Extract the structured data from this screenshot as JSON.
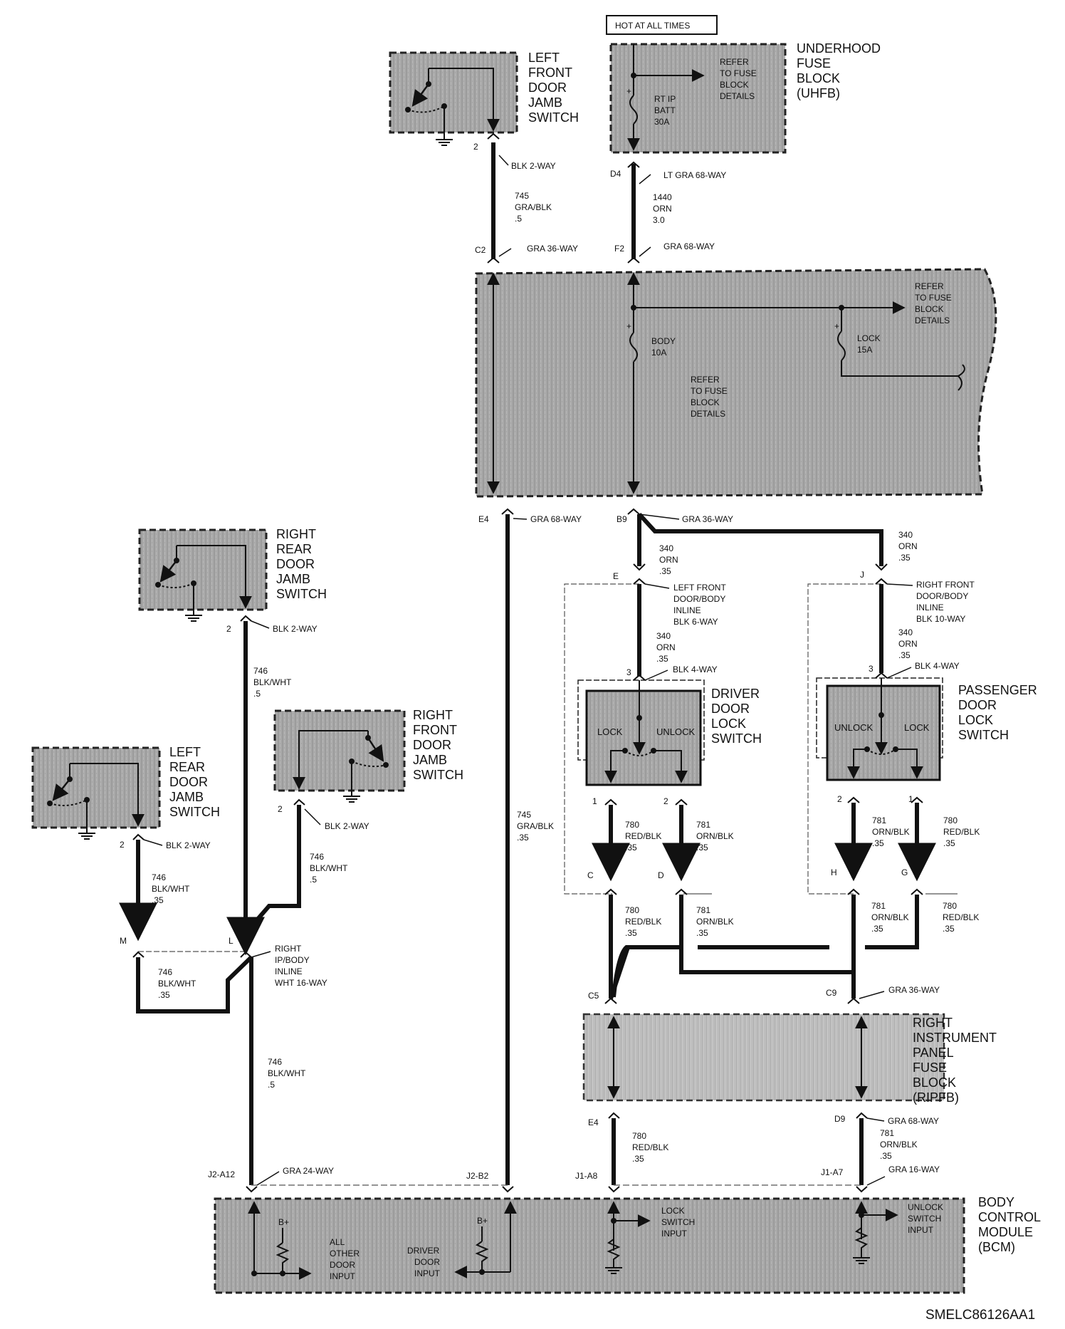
{
  "diagram": {
    "id": "SMELC86126AA1",
    "hot_label": "HOT AT ALL TIMES"
  },
  "components": {
    "left_front_jamb": [
      "LEFT",
      "FRONT",
      "DOOR",
      "JAMB",
      "SWITCH"
    ],
    "right_rear_jamb": [
      "RIGHT",
      "REAR",
      "DOOR",
      "JAMB",
      "SWITCH"
    ],
    "right_front_jamb": [
      "RIGHT",
      "FRONT",
      "DOOR",
      "JAMB",
      "SWITCH"
    ],
    "left_rear_jamb": [
      "LEFT",
      "REAR",
      "DOOR",
      "JAMB",
      "SWITCH"
    ],
    "uhfb": [
      "UNDERHOOD",
      "FUSE",
      "BLOCK",
      "(UHFB)"
    ],
    "driver_lock": [
      "DRIVER",
      "DOOR",
      "LOCK",
      "SWITCH"
    ],
    "passenger_lock": [
      "PASSENGER",
      "DOOR",
      "LOCK",
      "SWITCH"
    ],
    "ripfb": [
      "RIGHT",
      "INSTRUMENT",
      "PANEL",
      "FUSE",
      "BLOCK",
      "(RIPFB)"
    ],
    "bcm": [
      "BODY",
      "CONTROL",
      "MODULE",
      "(BCM)"
    ]
  },
  "fuses": {
    "rt_ip_batt": [
      "RT IP",
      "BATT",
      "30A"
    ],
    "body": [
      "BODY",
      "10A"
    ],
    "lock": [
      "LOCK",
      "15A"
    ]
  },
  "refer_notes": {
    "uhfb": [
      "REFER",
      "TO FUSE",
      "BLOCK",
      "DETAILS"
    ],
    "ipfb_center": [
      "REFER",
      "TO FUSE",
      "BLOCK",
      "DETAILS"
    ],
    "ipfb_right": [
      "REFER",
      "TO FUSE",
      "BLOCK",
      "DETAILS"
    ]
  },
  "switch_labels": {
    "driver_lock": "LOCK",
    "driver_unlock": "UNLOCK",
    "passenger_unlock": "UNLOCK",
    "passenger_lock": "LOCK"
  },
  "bcm_inputs": {
    "b_plus": "B+",
    "all_other": [
      "ALL",
      "OTHER",
      "DOOR",
      "INPUT"
    ],
    "driver_door": [
      "DRIVER",
      "DOOR",
      "INPUT"
    ],
    "lock_switch": [
      "LOCK",
      "SWITCH",
      "INPUT"
    ],
    "unlock_switch": [
      "UNLOCK",
      "SWITCH",
      "INPUT"
    ]
  },
  "connectors": {
    "lf_jamb": "BLK 2-WAY",
    "uhfb_d4": "LT GRA 68-WAY",
    "c2": "GRA 36-WAY",
    "f2": "GRA 68-WAY",
    "e4_top": "GRA 68-WAY",
    "b9": "GRA 36-WAY",
    "rr_jamb": "BLK 2-WAY",
    "lf_inline": [
      "LEFT FRONT",
      "DOOR/BODY",
      "INLINE",
      "BLK 6-WAY"
    ],
    "rf_inline": [
      "RIGHT FRONT",
      "DOOR/BODY",
      "INLINE",
      "BLK 10-WAY"
    ],
    "driver_sw": "BLK 4-WAY",
    "passenger_sw": "BLK 4-WAY",
    "rf_jamb": "BLK 2-WAY",
    "lr_jamb": "BLK 2-WAY",
    "rt_ip_inline": [
      "RIGHT",
      "IP/BODY",
      "INLINE",
      "WHT 16-WAY"
    ],
    "c9": "GRA 36-WAY",
    "d9": "GRA 68-WAY",
    "j1_a7": "GRA 16-WAY",
    "j2_a12": "GRA 24-WAY"
  },
  "pins": {
    "lf_jamb": "2",
    "d4": "D4",
    "c2": "C2",
    "f2": "F2",
    "e4_top": "E4",
    "b9": "B9",
    "rr_jamb": "2",
    "e": "E",
    "j": "J",
    "driver_3": "3",
    "passenger_3": "3",
    "driver_1": "1",
    "driver_2": "2",
    "passenger_2": "2",
    "passenger_1": "1",
    "rf_jamb": "2",
    "lr_jamb": "2",
    "c": "C",
    "d": "D",
    "h": "H",
    "g": "G",
    "m": "M",
    "l": "L",
    "c5": "C5",
    "c9": "C9",
    "e4_bottom": "E4",
    "d9": "D9",
    "j1_a8": "J1-A8",
    "j1_a7": "J1-A7",
    "j2_a12": "J2-A12",
    "j2_b2": "J2-B2"
  },
  "wires": {
    "w745_top": [
      "745",
      "GRA/BLK",
      ".5"
    ],
    "w1440": [
      "1440",
      "ORN",
      "3.0"
    ],
    "w340_driver_a": [
      "340",
      "ORN",
      ".35"
    ],
    "w340_pass_a": [
      "340",
      "ORN",
      ".35"
    ],
    "w340_driver_b": [
      "340",
      "ORN",
      ".35"
    ],
    "w340_pass_b": [
      "340",
      "ORN",
      ".35"
    ],
    "w746_rr": [
      "746",
      "BLK/WHT",
      ".5"
    ],
    "w746_rf": [
      "746",
      "BLK/WHT",
      ".5"
    ],
    "w746_lr": [
      "746",
      "BLK/WHT",
      ".35"
    ],
    "w746_loop": [
      "746",
      "BLK/WHT",
      ".35"
    ],
    "w746_bottom": [
      "746",
      "BLK/WHT",
      ".5"
    ],
    "w745_long": [
      "745",
      "GRA/BLK",
      ".35"
    ],
    "w780_d": [
      "780",
      "RED/BLK",
      ".35"
    ],
    "w781_d": [
      "781",
      "ORN/BLK",
      ".35"
    ],
    "w781_p": [
      "781",
      "ORN/BLK",
      ".35"
    ],
    "w780_p": [
      "780",
      "RED/BLK",
      ".35"
    ],
    "w780_d2": [
      "780",
      "RED/BLK",
      ".35"
    ],
    "w781_d2": [
      "781",
      "ORN/BLK",
      ".35"
    ],
    "w781_p2": [
      "781",
      "ORN/BLK",
      ".35"
    ],
    "w780_p2": [
      "780",
      "RED/BLK",
      ".35"
    ],
    "w780_bcm": [
      "780",
      "RED/BLK",
      ".35"
    ],
    "w781_bcm": [
      "781",
      "ORN/BLK",
      ".35"
    ]
  }
}
